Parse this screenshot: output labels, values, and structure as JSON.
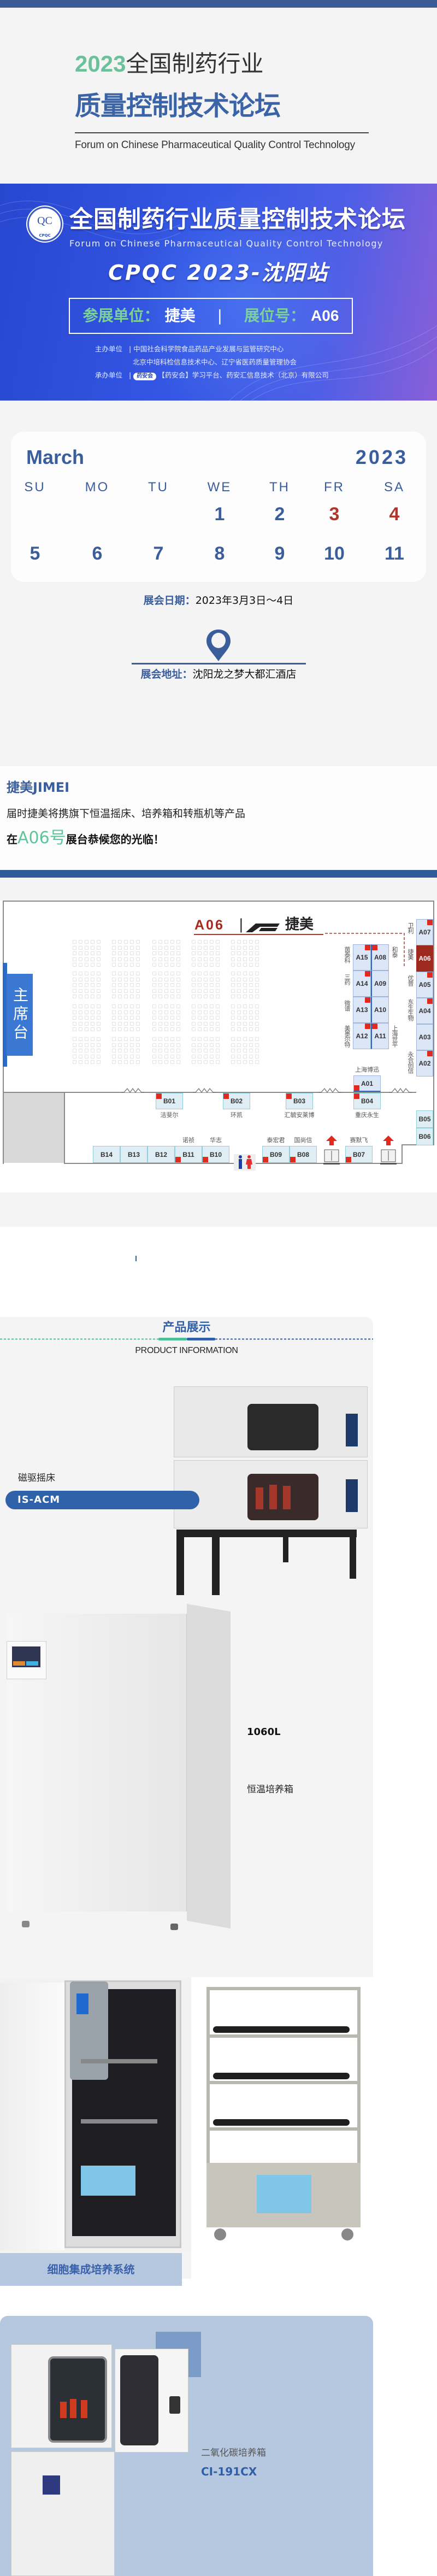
{
  "header": {
    "year": "2023",
    "line1": "全国制药行业",
    "line2": "质量控制技术论坛",
    "subtitle_en": "Forum on Chinese Pharmaceutical Quality Control Technology"
  },
  "banner": {
    "logo_text": "QC",
    "logo_ring_text": "CPQC",
    "title": "全国制药行业质量控制技术论坛",
    "subtitle_en": "Forum on Chinese Pharmaceutical Quality Control Technology",
    "station": "CPQC 2023-沈阳站",
    "exhibitor_label": "参展单位：",
    "exhibitor": "捷美",
    "separator": "|",
    "booth_label": "展位号：",
    "booth": "A06",
    "organizer_label": "主办单位",
    "organizers": [
      "中国社会科学院食品药品产业发展与监管研究中心",
      "北京中培科检信息技术中心、辽宁省医药质量管理协会"
    ],
    "host_label": "承办单位",
    "host_badge": "药安会",
    "host": "【药安会】学习平台、药安汇信息技术（北京）有限公司"
  },
  "calendar": {
    "month": "March",
    "year": "2023",
    "day_names": [
      "SU",
      "MO",
      "TU",
      "WE",
      "TH",
      "FR",
      "SA"
    ],
    "week1": [
      "",
      "",
      "",
      "1",
      "2",
      "3",
      "4"
    ],
    "week2": [
      "5",
      "6",
      "7",
      "8",
      "9",
      "10",
      "11"
    ],
    "highlighted": [
      "3",
      "4"
    ],
    "colors": {
      "primary": "#3a5d9c",
      "highlight": "#b0352a"
    }
  },
  "event": {
    "date_label": "展会日期：",
    "date": "2023年3月3日～4日",
    "address_label": "展会地址：",
    "address": "沈阳龙之梦大都汇酒店"
  },
  "intro": {
    "title": "捷美JIMEI",
    "text": "届时捷美将携旗下恒温摇床、培养箱和转瓶机等产品",
    "cta_prefix": "在",
    "cta_booth": "A06号",
    "cta_suffix": "展台恭候您的光临！"
  },
  "floor_plan": {
    "stage": "主席台",
    "highlight_booth": "A06",
    "highlight_company": "捷美",
    "booths": [
      {
        "id": "A07",
        "company": "卫利"
      },
      {
        "id": "A06",
        "company": "捷美"
      },
      {
        "id": "A05",
        "company": "优普"
      },
      {
        "id": "A04",
        "company": "东生生物"
      },
      {
        "id": "A03",
        "company": ""
      },
      {
        "id": "A02",
        "company": "永合创信"
      },
      {
        "id": "A15",
        "company": "茵泰科"
      },
      {
        "id": "A08",
        "company": "和泰"
      },
      {
        "id": "A14",
        "company": "三药"
      },
      {
        "id": "A09",
        "company": ""
      },
      {
        "id": "A13",
        "company": "微谱"
      },
      {
        "id": "A10",
        "company": ""
      },
      {
        "id": "A12",
        "company": "美墨尔特"
      },
      {
        "id": "A11",
        "company": "上海世平"
      },
      {
        "id": "A01",
        "company": "上海博迅"
      },
      {
        "id": "B04",
        "company": "重庆永生"
      },
      {
        "id": "B01",
        "company": "洁斐尔"
      },
      {
        "id": "B02",
        "company": "环凯"
      },
      {
        "id": "B03",
        "company": "汇毓安莱博"
      },
      {
        "id": "B05",
        "company": ""
      },
      {
        "id": "B06",
        "company": ""
      },
      {
        "id": "B14",
        "company": ""
      },
      {
        "id": "B13",
        "company": ""
      },
      {
        "id": "B12",
        "company": ""
      },
      {
        "id": "B11",
        "company": "诺祯"
      },
      {
        "id": "B10",
        "company": "华志"
      },
      {
        "id": "B09",
        "company": "泰宏君"
      },
      {
        "id": "B08",
        "company": "国尚信"
      },
      {
        "id": "B07",
        "company": "赛默飞"
      }
    ]
  },
  "products": {
    "title": "产品展示",
    "subtitle_en": "PRODUCT INFORMATION",
    "items": [
      {
        "name": "磁驱摇床",
        "model": "IS-ACM"
      },
      {
        "name": "恒温培养箱",
        "model": "1060L"
      },
      {
        "name": "细胞集成培养系统"
      },
      {
        "name": "二氧化碳培养箱",
        "model": "CI-191CX"
      }
    ]
  }
}
